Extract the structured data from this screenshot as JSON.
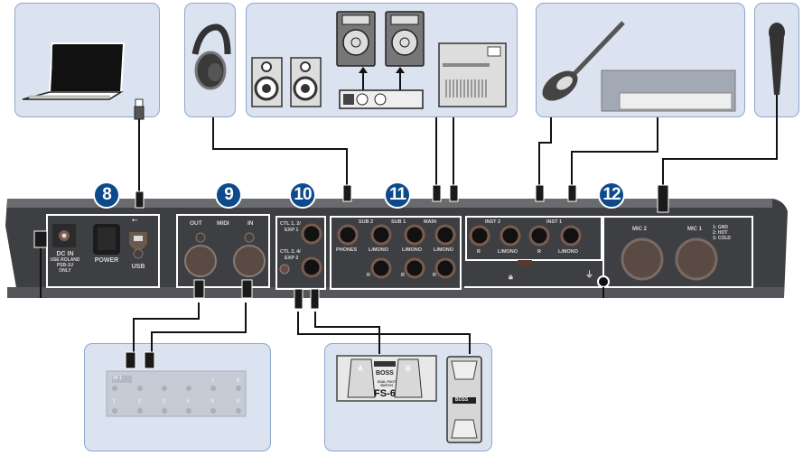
{
  "diagram": {
    "title": "Rear panel connection diagram",
    "device_boxes": [
      {
        "id": "computer",
        "icon": "laptop-icon"
      },
      {
        "id": "headphones",
        "icon": "headphones-icon"
      },
      {
        "id": "speakers",
        "icon": "speakers-icon",
        "items": [
          "monitor-speaker",
          "monitor-speaker",
          "pa-speaker",
          "pa-speaker",
          "power-amplifier",
          "mixer"
        ]
      },
      {
        "id": "instruments",
        "icon": "guitar-icon",
        "items": [
          "electric-guitar",
          "keyboard-synth"
        ]
      },
      {
        "id": "microphone",
        "icon": "microphone-icon"
      },
      {
        "id": "midi-controller",
        "icon": "midi-foot-controller-icon"
      },
      {
        "id": "foot-switches",
        "icon": "foot-switch-icon",
        "items": [
          "BOSS FS-6 dual foot switch",
          "BOSS expression pedal"
        ]
      }
    ],
    "badges": [
      "8",
      "9",
      "10",
      "11",
      "12"
    ],
    "section8": {
      "dc_in": "DC IN",
      "dc_note": [
        "USE ROLAND",
        "PSB-1U",
        "ONLY"
      ],
      "power": "POWER",
      "usb": "USB"
    },
    "section9": {
      "out": "OUT",
      "midi": "MIDI",
      "in": "IN"
    },
    "section10": {
      "ctl12": "CTL 1, 2/",
      "exp1": "EXP 1",
      "ctl34": "CTL 3, 4/",
      "exp2": "EXP 2"
    },
    "section11": {
      "phones": "PHONES",
      "sub2": "SUB 2",
      "sub1": "SUB 1",
      "main": "MAIN",
      "lmono": "L/MONO",
      "r": "R"
    },
    "section12": {
      "inst2": "INST 2",
      "inst1": "INST 1",
      "r": "R",
      "lmono": "L/MONO",
      "mic2": "MIC 2",
      "mic1": "MIC 1",
      "pin1": "1: GND",
      "pin2": "2: HOT",
      "pin3": "3: COLD"
    },
    "foot_switch": {
      "brand": "BOSS",
      "model": "FS-6",
      "subtitle": "DUAL FOOT SWITCH",
      "a": "A",
      "b": "B"
    },
    "midi_controller": {
      "display": "00 1",
      "numbers": [
        "1",
        "2",
        "3",
        "4",
        "5",
        "6",
        "7",
        "8"
      ]
    },
    "colors": {
      "box_fill": "#dbe3f0",
      "box_border": "#8fa6cc",
      "badge": "#0d4a8c",
      "panel_body": "#4a4b4e",
      "panel_top": "#6a6b6e",
      "cable": "#111111"
    }
  }
}
